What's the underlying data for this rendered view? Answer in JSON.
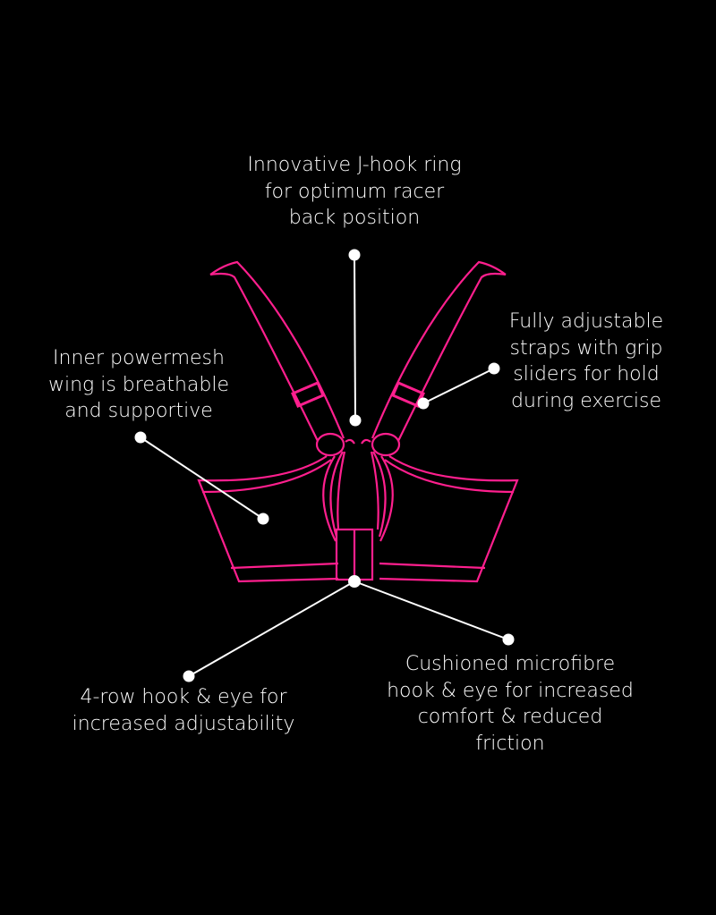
{
  "colors": {
    "background": "#000000",
    "outline": "#ff1f8e",
    "callout": "#ffffff"
  },
  "labels": {
    "j_hook": "Innovative J-hook ring\nfor optimum racer\nback position",
    "straps": "Fully adjustable\nstraps with grip\nsliders for hold\nduring exercise",
    "powermesh": "Inner powermesh\nwing is breathable\nand supportive",
    "hook_eye_rows": "4-row hook & eye for\nincreased adjustability",
    "microfibre": "Cushioned microfibre\nhook & eye for increased\ncomfort & reduced\nfriction"
  }
}
